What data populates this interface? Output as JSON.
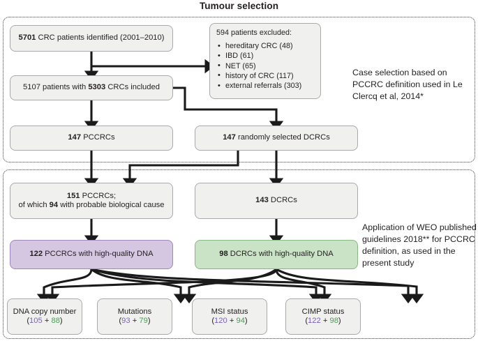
{
  "title": "Tumour selection",
  "colors": {
    "purple_fill": "#d5c6e2",
    "purple_border": "#9f86bb",
    "green_fill": "#cae3c6",
    "green_border": "#86b982",
    "box_fill": "#f0f0ef",
    "box_border": "#a9a9a9",
    "count_purple": "#7a63b0",
    "count_green": "#4d9a55"
  },
  "panels": {
    "upper_note": "Case selection based on PCCRC definition used in Le Clercq et al, 2014*",
    "lower_note": "Application of WEO published guidelines 2018** for PCCRC definition, as used in the present study"
  },
  "nodes": {
    "cohort": {
      "strong": "5701",
      "rest": " CRC patients identified (2001–2010)"
    },
    "excluded": {
      "heading": "594 patients excluded:",
      "items": [
        "hereditary CRC (48)",
        "IBD (61)",
        "NET (65)",
        "history of CRC (117)",
        "external referrals (303)"
      ]
    },
    "included": {
      "pre": "5107 patients with ",
      "strong": "5303",
      "post": " CRCs included"
    },
    "pccrc_147": {
      "strong": "147",
      "rest": " PCCRCs"
    },
    "dcrc_147": {
      "strong": "147",
      "rest": " randomly selected DCRCs"
    },
    "pccrc_151": {
      "line1_strong": "151",
      "line1_rest": " PCCRCs;",
      "line2_pre": "of which ",
      "line2_strong": "94",
      "line2_post": " with probable biological cause"
    },
    "dcrc_143": {
      "strong": "143",
      "rest": " DCRCs"
    },
    "pccrc_hq": {
      "strong": "122",
      "rest": " PCCRCs with high-quality DNA"
    },
    "dcrc_hq": {
      "strong": "98",
      "rest": " DCRCs with high-quality DNA"
    }
  },
  "assays": [
    {
      "label": "DNA copy number",
      "a": "105",
      "b": "88"
    },
    {
      "label": "Mutations",
      "a": "93",
      "b": "79"
    },
    {
      "label": "MSI status",
      "a": "120",
      "b": "94"
    },
    {
      "label": "CIMP status",
      "a": "122",
      "b": "98"
    }
  ]
}
